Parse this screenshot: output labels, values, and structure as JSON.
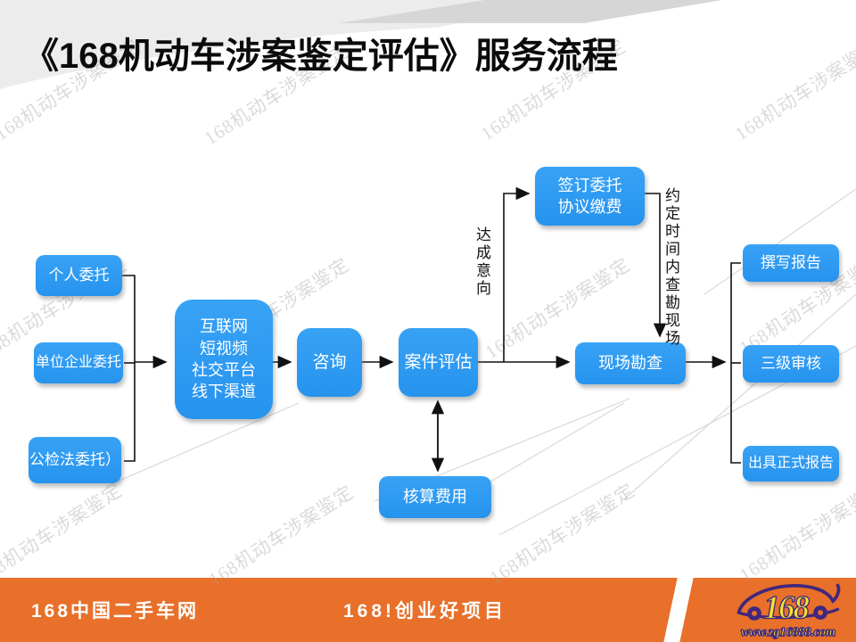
{
  "title": "《168机动车涉案鉴定评估》服务流程",
  "watermark": {
    "text": "168机动车涉案鉴定"
  },
  "flowchart": {
    "nodes": {
      "personal": {
        "label": "个人委托"
      },
      "company": {
        "label": "单位企业委托"
      },
      "judicial": {
        "label": "公检法委托）"
      },
      "channels": {
        "lines": [
          "互联网",
          "短视频",
          "社交平台",
          "线下渠道"
        ]
      },
      "consult": {
        "label": "咨询"
      },
      "evaluate": {
        "label": "案件评估"
      },
      "cost": {
        "label": "核算费用"
      },
      "sign": {
        "lines": [
          "签订委托",
          "协议缴费"
        ]
      },
      "survey": {
        "label": "现场勘查"
      },
      "write": {
        "label": "撰写报告"
      },
      "review": {
        "label": "三级审核"
      },
      "final": {
        "label": "出具正式报告"
      }
    },
    "edge_labels": {
      "intent": "达成意向",
      "schedule": "约定时间内查勘现场"
    },
    "colors": {
      "node_blue": "#2E9AF2",
      "connector": "#111111"
    }
  },
  "footer": {
    "left_text": "168中国二手车网",
    "middle_text": "168!创业好项目",
    "logo_number": "168",
    "logo_site": "www.zg16888.com",
    "colors": {
      "bar_orange": "#E8702A",
      "logo_yellow": "#F2E230",
      "logo_purple": "#41277e"
    }
  }
}
